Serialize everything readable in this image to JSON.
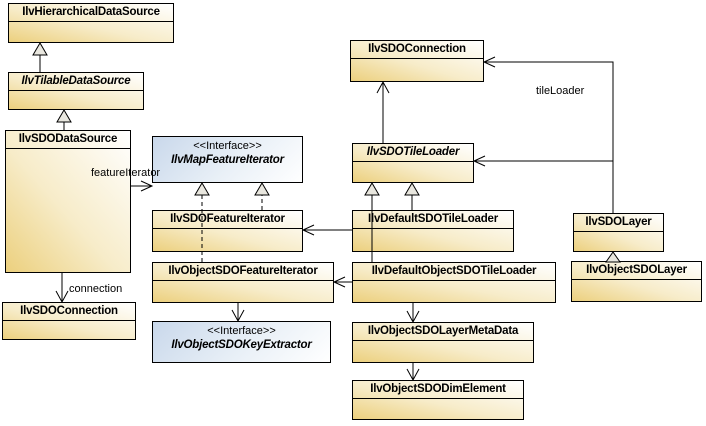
{
  "diagram": {
    "type": "uml-class-diagram",
    "nodes": {
      "hierarchical_data_source": {
        "name": "IlvHierarchicalDataSource",
        "kind": "class"
      },
      "tilable_data_source": {
        "name": "IlvTilableDataSource",
        "kind": "class",
        "abstract": true
      },
      "sdo_data_source": {
        "name": "IlvSDODataSource",
        "kind": "class"
      },
      "sdo_connection_bottom": {
        "name": "IlvSDOConnection",
        "kind": "class"
      },
      "map_feature_iterator": {
        "name": "IlvMapFeatureIterator",
        "kind": "interface",
        "stereotype": "<<Interface>>"
      },
      "sdo_feature_iterator": {
        "name": "IlvSDOFeatureIterator",
        "kind": "class"
      },
      "object_sdo_feature_iterator": {
        "name": "IlvObjectSDOFeatureIterator",
        "kind": "class"
      },
      "object_sdo_key_extractor": {
        "name": "IlvObjectSDOKeyExtractor",
        "kind": "interface",
        "stereotype": "<<Interface>>"
      },
      "sdo_connection_top": {
        "name": "IlvSDOConnection",
        "kind": "class"
      },
      "sdo_tile_loader": {
        "name": "IlvSDOTileLoader",
        "kind": "class",
        "abstract": true
      },
      "default_sdo_tile_loader": {
        "name": "IlvDefaultSDOTileLoader",
        "kind": "class"
      },
      "default_object_sdo_tile_loader": {
        "name": "IlvDefaultObjectSDOTileLoader",
        "kind": "class"
      },
      "object_sdo_layer_meta_data": {
        "name": "IlvObjectSDOLayerMetaData",
        "kind": "class"
      },
      "object_sdo_dim_element": {
        "name": "IlvObjectSDODimElement",
        "kind": "class"
      },
      "sdo_layer": {
        "name": "IlvSDOLayer",
        "kind": "class"
      },
      "object_sdo_layer": {
        "name": "IlvObjectSDOLayer",
        "kind": "class"
      }
    },
    "edges": [
      {
        "type": "generalization",
        "from": "IlvTilableDataSource",
        "to": "IlvHierarchicalDataSource"
      },
      {
        "type": "generalization",
        "from": "IlvSDODataSource",
        "to": "IlvTilableDataSource"
      },
      {
        "type": "generalization",
        "from": "IlvDefaultSDOTileLoader",
        "to": "IlvSDOTileLoader"
      },
      {
        "type": "generalization",
        "from": "IlvDefaultObjectSDOTileLoader",
        "to": "IlvSDOTileLoader"
      },
      {
        "type": "generalization",
        "from": "IlvObjectSDOLayer",
        "to": "IlvSDOLayer"
      },
      {
        "type": "realization",
        "from": "IlvSDOFeatureIterator",
        "to": "IlvMapFeatureIterator"
      },
      {
        "type": "realization",
        "from": "IlvObjectSDOFeatureIterator",
        "to": "IlvMapFeatureIterator"
      },
      {
        "type": "association",
        "from": "IlvSDODataSource",
        "to": "IlvMapFeatureIterator",
        "label": "featureIterator"
      },
      {
        "type": "association",
        "from": "IlvSDODataSource",
        "to": "IlvSDOConnection",
        "label": "connection"
      },
      {
        "type": "association",
        "from": "IlvSDOTileLoader",
        "to": "IlvSDOConnection"
      },
      {
        "type": "association",
        "from": "IlvDefaultSDOTileLoader",
        "to": "IlvSDOFeatureIterator"
      },
      {
        "type": "association",
        "from": "IlvDefaultObjectSDOTileLoader",
        "to": "IlvObjectSDOFeatureIterator"
      },
      {
        "type": "association",
        "from": "IlvDefaultObjectSDOTileLoader",
        "to": "IlvObjectSDOLayerMetaData"
      },
      {
        "type": "association",
        "from": "IlvObjectSDOLayerMetaData",
        "to": "IlvObjectSDODimElement"
      },
      {
        "type": "association",
        "from": "IlvObjectSDOFeatureIterator",
        "to": "IlvObjectSDOKeyExtractor"
      },
      {
        "type": "association",
        "from": "IlvSDOLayer",
        "to": "IlvSDOConnection",
        "label": "tileLoader"
      },
      {
        "type": "association",
        "from": "IlvSDOLayer",
        "to": "IlvSDOTileLoader"
      }
    ],
    "colors": {
      "background": "#ffffff",
      "border": "#000000",
      "class_gradient_from": "#ecd07e",
      "class_gradient_to": "#ffffff",
      "interface_gradient_from": "#c9d8eb",
      "interface_gradient_to": "#ffffff",
      "generalization_arrow_fill": "#e9e7df"
    }
  }
}
